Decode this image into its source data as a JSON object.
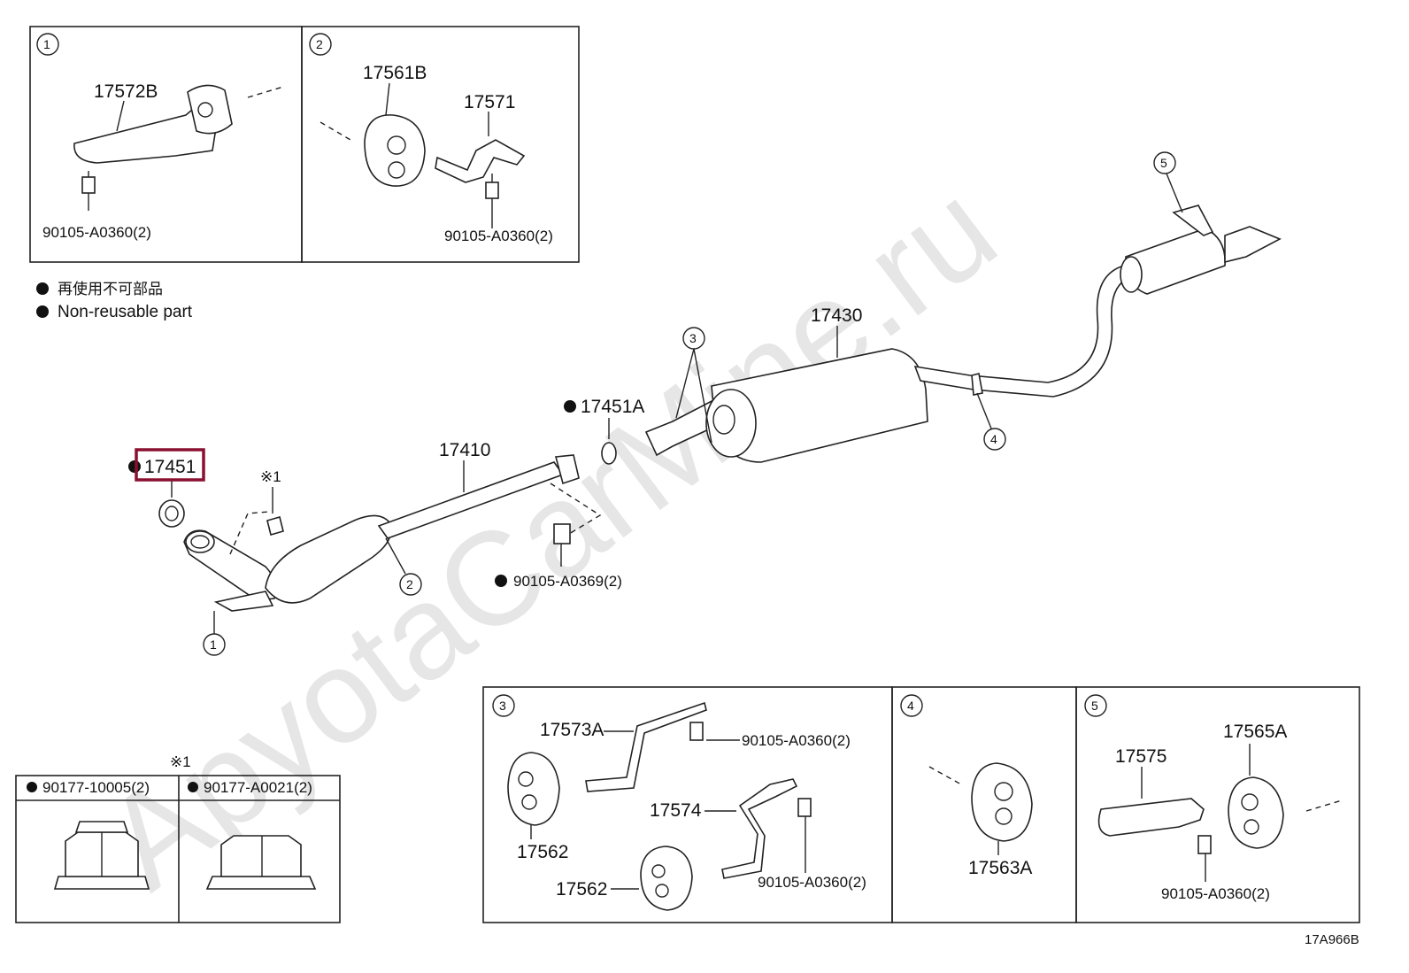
{
  "watermark": "ApyotaCarMine.ru",
  "legend": {
    "jp": "再使用不可部品",
    "en": "Non-reusable part"
  },
  "callouts": [
    "1",
    "2",
    "3",
    "4",
    "5"
  ],
  "inset1": {
    "num": "1",
    "part": "17572B",
    "bolt": "90105-A0360(2)"
  },
  "inset2": {
    "num": "2",
    "part_a": "17561B",
    "part_b": "17571",
    "bolt": "90105-A0360(2)"
  },
  "main": {
    "gasket_front": "17451",
    "nut_note": "※1",
    "front_pipe": "17410",
    "gasket_center": "17451A",
    "center_pipe": "17430",
    "bolt": "90105-A0369(2)"
  },
  "nuts": {
    "note": "※1",
    "nut_a": "90177-10005(2)",
    "nut_b": "90177-A0021(2)"
  },
  "inset3": {
    "num": "3",
    "bracket": "17573A",
    "bolt_a": "90105-A0360(2)",
    "support_a": "17562",
    "bracket_b": "17574",
    "support_b": "17562",
    "bolt_b": "90105-A0360(2)"
  },
  "inset4": {
    "num": "4",
    "support": "17563A"
  },
  "inset5": {
    "num": "5",
    "bracket": "17575",
    "support": "17565A",
    "bolt": "90105-A0360(2)"
  },
  "diagram_code": "17A966B",
  "highlight_color": "#8a1030"
}
